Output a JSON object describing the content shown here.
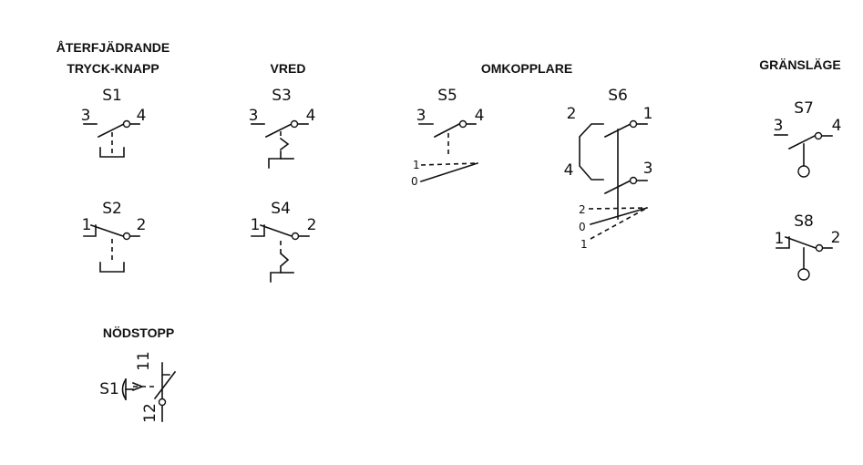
{
  "headers": {
    "aterfjadrande_1": "ÅTERFJÄDRANDE",
    "aterfjadrande_2": "TRYCK-KNAPP",
    "vred": "VRED",
    "omkopplare": "OMKOPPLARE",
    "granslage": "GRÄNSLÄGE",
    "nodstopp": "NÖDSTOPP"
  },
  "symbols": {
    "s1": {
      "name": "S1",
      "left": "3",
      "right": "4"
    },
    "s2": {
      "name": "S2",
      "left": "1",
      "right": "2"
    },
    "s3": {
      "name": "S3",
      "left": "3",
      "right": "4"
    },
    "s4": {
      "name": "S4",
      "left": "1",
      "right": "2"
    },
    "s5": {
      "name": "S5",
      "left": "3",
      "right": "4",
      "pos_a": "1",
      "pos_b": "0"
    },
    "s6": {
      "name": "S6",
      "t1": "1",
      "t2": "2",
      "t3": "3",
      "t4": "4",
      "pos_a": "2",
      "pos_b": "0",
      "pos_c": "1"
    },
    "s7": {
      "name": "S7",
      "left": "3",
      "right": "4"
    },
    "s8": {
      "name": "S8",
      "left": "1",
      "right": "2"
    },
    "nodstopp": {
      "name": "S1",
      "top": "11",
      "bottom": "12"
    }
  }
}
